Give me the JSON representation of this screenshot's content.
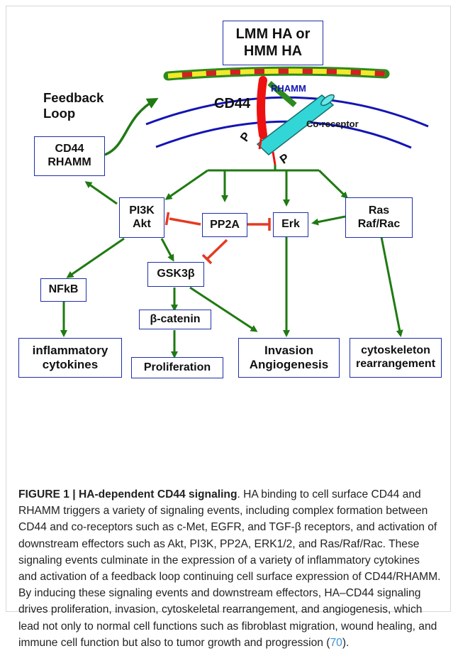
{
  "diagram": {
    "ligand": "LMM HA or\nHMM HA",
    "feedback": "Feedback\nLoop",
    "cd44": "CD44",
    "rhamm": "RHAMM",
    "coreceptor": "Co-receptor",
    "p": "P",
    "cd44_rhamm": "CD44\nRHAMM",
    "pi3k": "PI3K\nAkt",
    "pp2a": "PP2A",
    "erk": "Erk",
    "ras": "Ras\nRaf/Rac",
    "nfkb": "NFkB",
    "gsk3b": "GSK3β",
    "catenin": "β-catenin",
    "inflammatory": "inflammatory\ncytokines",
    "proliferation": "Proliferation",
    "invasion": "Invasion\nAngiogenesis",
    "cytoskeleton": "cytoskeleton\nrearrangement",
    "colors": {
      "arrow": "#1f7a12",
      "inhibit": "#e33b22",
      "membrane": "#1414b4",
      "box_border": "#1f2fa8",
      "cd44_bar": "#ee1111",
      "coreceptor_fill": "#33d6d6",
      "ha_yellow": "#f4e82a",
      "ha_red": "#d81e1e",
      "ha_green": "#2d8a1e"
    }
  },
  "caption": {
    "figure_label": "FIGURE 1 | HA-dependent CD44 signaling",
    "body": ". HA binding to cell surface CD44 and RHAMM triggers a variety of signaling events, including complex formation between CD44 and co-receptors such as c-Met, EGFR, and TGF-β receptors, and activation of downstream effectors such as Akt, PI3K, PP2A, ERK1/2, and Ras/Raf/Rac. These signaling events culminate in the expression of a variety of inflammatory cytokines and activation of a feedback loop continuing cell surface expression of CD44/RHAMM. By inducing these signaling events and downstream effectors, HA–CD44 signaling drives proliferation, invasion, cytoskeletal rearrangement, and angiogenesis, which lead not only to normal cell functions such as fibroblast migration, wound healing, and immune cell function but also to tumor growth and progression (",
    "ref": "70",
    "end": ")."
  }
}
